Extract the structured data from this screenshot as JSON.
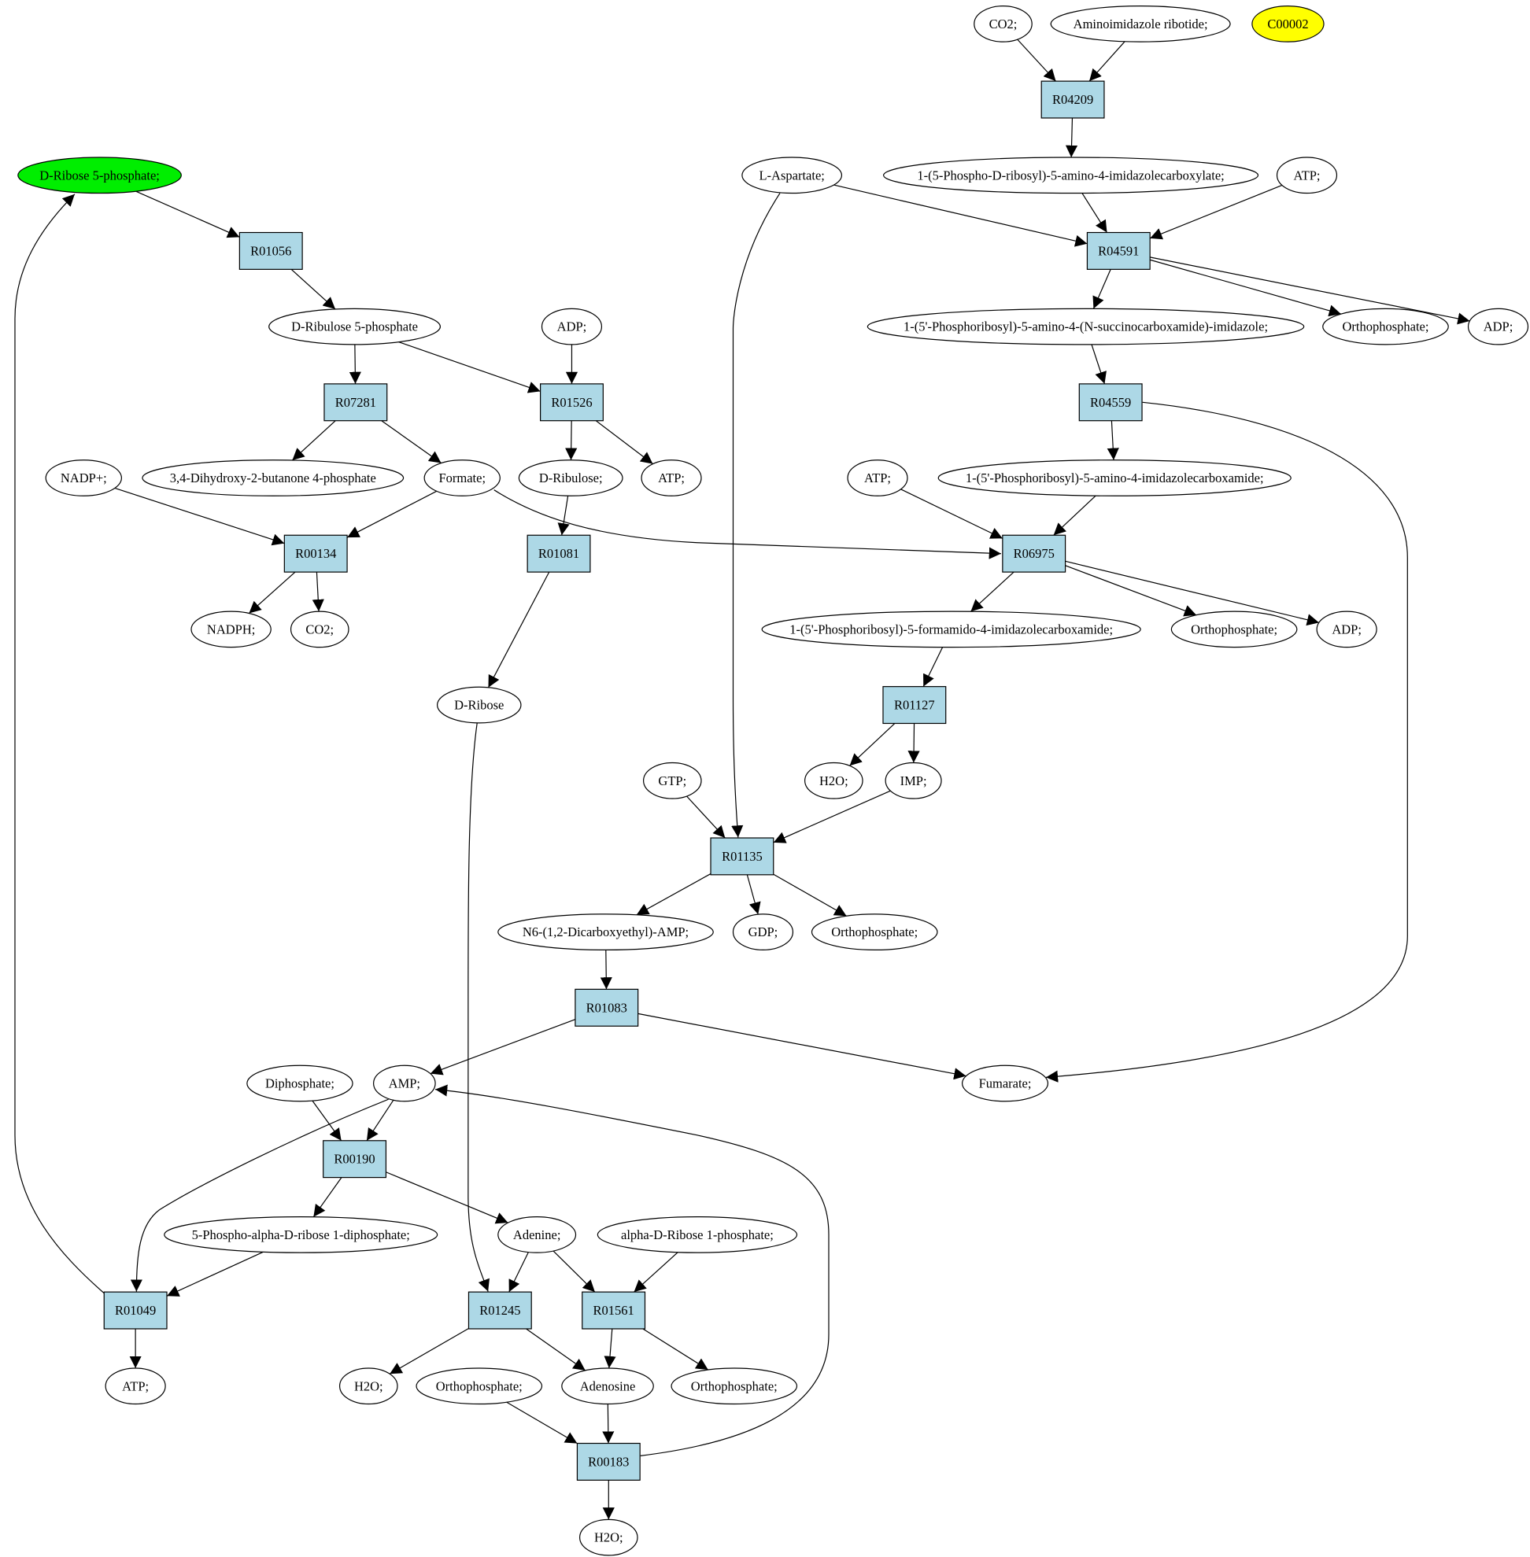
{
  "colors": {
    "reaction_fill": "#add8e6",
    "compound_fill": "#ffffff",
    "source_fill": "#00ee00",
    "highlight_fill": "#ffff00",
    "stroke": "#000000"
  },
  "compounds": [
    {
      "id": "co2_a",
      "label": "CO2;"
    },
    {
      "id": "air",
      "label": "Aminoimidazole ribotide;"
    },
    {
      "id": "c00002",
      "label": "C00002",
      "style": "highlight"
    },
    {
      "id": "r5p",
      "label": "D-Ribose 5-phosphate;",
      "style": "source"
    },
    {
      "id": "asp",
      "label": "L-Aspartate;"
    },
    {
      "id": "caire",
      "label": "1-(5-Phospho-D-ribosyl)-5-amino-4-imidazolecarboxylate;"
    },
    {
      "id": "atp_a",
      "label": "ATP;"
    },
    {
      "id": "ru5p",
      "label": "D-Ribulose 5-phosphate"
    },
    {
      "id": "adp_a",
      "label": "ADP;"
    },
    {
      "id": "saicar",
      "label": "1-(5'-Phosphoribosyl)-5-amino-4-(N-succinocarboxamide)-imidazole;"
    },
    {
      "id": "pi_a",
      "label": "Orthophosphate;"
    },
    {
      "id": "adp_b",
      "label": "ADP;"
    },
    {
      "id": "nadp",
      "label": "NADP+;"
    },
    {
      "id": "dhbp",
      "label": "3,4-Dihydroxy-2-butanone 4-phosphate"
    },
    {
      "id": "formate",
      "label": "Formate;"
    },
    {
      "id": "ribulose",
      "label": "D-Ribulose;"
    },
    {
      "id": "atp_b",
      "label": "ATP;"
    },
    {
      "id": "atp_c",
      "label": "ATP;"
    },
    {
      "id": "aicar",
      "label": "1-(5'-Phosphoribosyl)-5-amino-4-imidazolecarboxamide;"
    },
    {
      "id": "nadph",
      "label": "NADPH;"
    },
    {
      "id": "co2_b",
      "label": "CO2;"
    },
    {
      "id": "faicar",
      "label": "1-(5'-Phosphoribosyl)-5-formamido-4-imidazolecarboxamide;"
    },
    {
      "id": "pi_b",
      "label": "Orthophosphate;"
    },
    {
      "id": "adp_c",
      "label": "ADP;"
    },
    {
      "id": "ribose",
      "label": "D-Ribose"
    },
    {
      "id": "h2o_a",
      "label": "H2O;"
    },
    {
      "id": "imp",
      "label": "IMP;"
    },
    {
      "id": "gtp",
      "label": "GTP;"
    },
    {
      "id": "s_amp",
      "label": "N6-(1,2-Dicarboxyethyl)-AMP;"
    },
    {
      "id": "gdp",
      "label": "GDP;"
    },
    {
      "id": "pi_c",
      "label": "Orthophosphate;"
    },
    {
      "id": "diphos",
      "label": "Diphosphate;"
    },
    {
      "id": "amp",
      "label": "AMP;"
    },
    {
      "id": "fumarate",
      "label": "Fumarate;"
    },
    {
      "id": "prpp",
      "label": "5-Phospho-alpha-D-ribose 1-diphosphate;"
    },
    {
      "id": "adenine",
      "label": "Adenine;"
    },
    {
      "id": "r1p",
      "label": "alpha-D-Ribose 1-phosphate;"
    },
    {
      "id": "atp_d",
      "label": "ATP;"
    },
    {
      "id": "h2o_b",
      "label": "H2O;"
    },
    {
      "id": "pi_d",
      "label": "Orthophosphate;"
    },
    {
      "id": "adenosine",
      "label": "Adenosine"
    },
    {
      "id": "pi_e",
      "label": "Orthophosphate;"
    },
    {
      "id": "h2o_c",
      "label": "H2O;"
    }
  ],
  "reactions": [
    {
      "id": "R04209",
      "label": "R04209"
    },
    {
      "id": "R01056",
      "label": "R01056"
    },
    {
      "id": "R04591",
      "label": "R04591"
    },
    {
      "id": "R07281",
      "label": "R07281"
    },
    {
      "id": "R01526",
      "label": "R01526"
    },
    {
      "id": "R04559",
      "label": "R04559"
    },
    {
      "id": "R00134",
      "label": "R00134"
    },
    {
      "id": "R01081",
      "label": "R01081"
    },
    {
      "id": "R06975",
      "label": "R06975"
    },
    {
      "id": "R01127",
      "label": "R01127"
    },
    {
      "id": "R01135",
      "label": "R01135"
    },
    {
      "id": "R01083",
      "label": "R01083"
    },
    {
      "id": "R00190",
      "label": "R00190"
    },
    {
      "id": "R01049",
      "label": "R01049"
    },
    {
      "id": "R01245",
      "label": "R01245"
    },
    {
      "id": "R01561",
      "label": "R01561"
    },
    {
      "id": "R00183",
      "label": "R00183"
    }
  ],
  "edges": [
    {
      "from": "co2_a",
      "to": "R04209"
    },
    {
      "from": "air",
      "to": "R04209"
    },
    {
      "from": "R04209",
      "to": "caire"
    },
    {
      "from": "r5p",
      "to": "R01056"
    },
    {
      "from": "R01056",
      "to": "ru5p"
    },
    {
      "from": "asp",
      "to": "R04591"
    },
    {
      "from": "caire",
      "to": "R04591"
    },
    {
      "from": "atp_a",
      "to": "R04591"
    },
    {
      "from": "R04591",
      "to": "saicar"
    },
    {
      "from": "R04591",
      "to": "pi_a"
    },
    {
      "from": "R04591",
      "to": "adp_b"
    },
    {
      "from": "ru5p",
      "to": "R07281"
    },
    {
      "from": "ru5p",
      "to": "R01526"
    },
    {
      "from": "adp_a",
      "to": "R01526"
    },
    {
      "from": "saicar",
      "to": "R04559"
    },
    {
      "from": "R07281",
      "to": "dhbp"
    },
    {
      "from": "R07281",
      "to": "formate"
    },
    {
      "from": "R01526",
      "to": "ribulose"
    },
    {
      "from": "R01526",
      "to": "atp_b"
    },
    {
      "from": "R04559",
      "to": "aicar"
    },
    {
      "from": "R04559",
      "to": "fumarate"
    },
    {
      "from": "nadp",
      "to": "R00134"
    },
    {
      "from": "formate",
      "to": "R00134"
    },
    {
      "from": "formate",
      "to": "R06975"
    },
    {
      "from": "ribulose",
      "to": "R01081"
    },
    {
      "from": "atp_c",
      "to": "R06975"
    },
    {
      "from": "aicar",
      "to": "R06975"
    },
    {
      "from": "R00134",
      "to": "nadph"
    },
    {
      "from": "R00134",
      "to": "co2_b"
    },
    {
      "from": "R06975",
      "to": "faicar"
    },
    {
      "from": "R06975",
      "to": "pi_b"
    },
    {
      "from": "R06975",
      "to": "adp_c"
    },
    {
      "from": "R01081",
      "to": "ribose"
    },
    {
      "from": "faicar",
      "to": "R01127"
    },
    {
      "from": "R01127",
      "to": "h2o_a"
    },
    {
      "from": "R01127",
      "to": "imp"
    },
    {
      "from": "gtp",
      "to": "R01135"
    },
    {
      "from": "imp",
      "to": "R01135"
    },
    {
      "from": "asp",
      "to": "R01135"
    },
    {
      "from": "R01135",
      "to": "s_amp"
    },
    {
      "from": "R01135",
      "to": "gdp"
    },
    {
      "from": "R01135",
      "to": "pi_c"
    },
    {
      "from": "s_amp",
      "to": "R01083"
    },
    {
      "from": "R01083",
      "to": "amp"
    },
    {
      "from": "R01083",
      "to": "fumarate"
    },
    {
      "from": "diphos",
      "to": "R00190"
    },
    {
      "from": "amp",
      "to": "R00190"
    },
    {
      "from": "amp",
      "to": "R01049"
    },
    {
      "from": "R00190",
      "to": "prpp"
    },
    {
      "from": "R00190",
      "to": "adenine"
    },
    {
      "from": "prpp",
      "to": "R01049"
    },
    {
      "from": "R01049",
      "to": "atp_d"
    },
    {
      "from": "R01049",
      "to": "r5p"
    },
    {
      "from": "ribose",
      "to": "R01245"
    },
    {
      "from": "adenine",
      "to": "R01245"
    },
    {
      "from": "adenine",
      "to": "R01561"
    },
    {
      "from": "r1p",
      "to": "R01561"
    },
    {
      "from": "R01245",
      "to": "h2o_b"
    },
    {
      "from": "R01245",
      "to": "adenosine"
    },
    {
      "from": "R01561",
      "to": "adenosine"
    },
    {
      "from": "R01561",
      "to": "pi_e"
    },
    {
      "from": "pi_d",
      "to": "R00183"
    },
    {
      "from": "adenosine",
      "to": "R00183"
    },
    {
      "from": "R00183",
      "to": "h2o_c"
    },
    {
      "from": "R00183",
      "to": "amp"
    }
  ]
}
